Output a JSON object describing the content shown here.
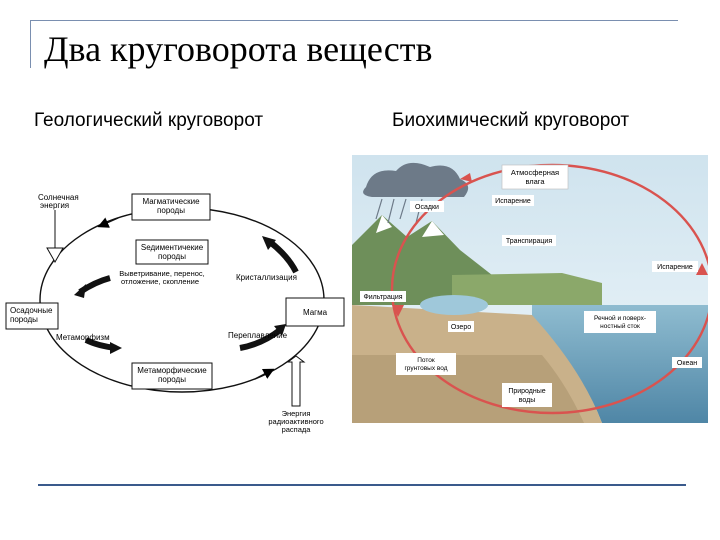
{
  "title": "Два круговорота веществ",
  "subtitles": {
    "left": "Геологический круговорот",
    "right": "Биохимический круговорот"
  },
  "geo": {
    "solar": [
      "Солнечная",
      "энергия"
    ],
    "magmatic": [
      "Магматические",
      "породы"
    ],
    "sedimentary_top": [
      "Sедиментичекие",
      "породы"
    ],
    "weathering": [
      "Выветривание, перенос,",
      "отложение, скопление"
    ],
    "crystallization": "Кристаллизация",
    "sedimentary_left": [
      "Осадочные",
      "породы"
    ],
    "magma": "Магма",
    "metamorphism": "Метаморфизм",
    "remelting": "Переплавление",
    "metamorphic": [
      "Метаморфические",
      "породы"
    ],
    "heat": [
      "Энергия",
      "радиоактивного",
      "распада"
    ]
  },
  "bio": {
    "atmosphere": [
      "Атмосферная",
      "влага"
    ],
    "precipitation": "Осадки",
    "evaporation_top": "Испарение",
    "transpiration": "Транспирация",
    "evaporation_right": "Испарение",
    "filtration": "Фильтрация",
    "lake": "Озеро",
    "surface_runoff": [
      "Речной и поверх-",
      "ностный сток"
    ],
    "groundwater_flow": [
      "Поток",
      "грунтовых вод"
    ],
    "ocean": "Океан",
    "natural_waters": [
      "Природные",
      "воды"
    ]
  },
  "colors": {
    "frame": "#7a8fb0",
    "bottom_line": "#3a5a8c",
    "cycle_red": "#d9534f"
  }
}
